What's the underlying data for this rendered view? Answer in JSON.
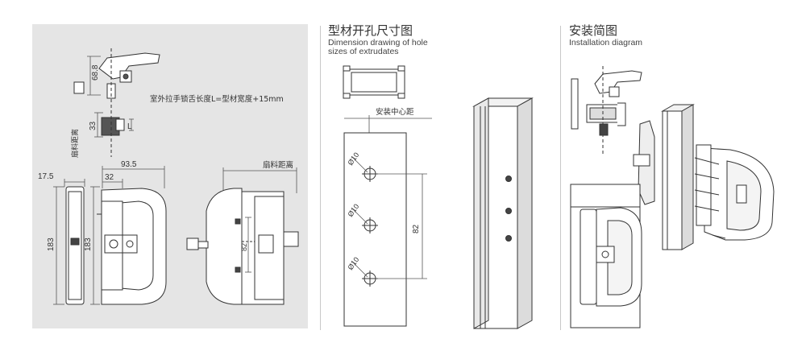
{
  "section_profile": {
    "title_cn": "型材开孔尺寸图",
    "title_en_line1": "Dimension drawing of hole",
    "title_en_line2": "sizes of extrudates",
    "label_center_distance": "安装中心距",
    "hole_label_1": "Ø10",
    "hole_label_2": "Ø10",
    "hole_label_3": "Ø10",
    "dim_82": "82"
  },
  "section_install": {
    "title_cn": "安装简图",
    "title_en": "Installation diagram"
  },
  "section_dimensions": {
    "dim_68_8": "68.8",
    "dim_33": "33",
    "dim_L": "L",
    "label_tongue_length": "室外拉手锁舌长度L=型材宽度+15mm",
    "label_sash_distance_vertical": "扇料距离",
    "dim_17_5": "17.5",
    "dim_93_5": "93.5",
    "dim_32": "32",
    "dim_183_left": "183",
    "dim_183_right": "183",
    "label_sash_distance_right": "扇料距离",
    "dim_82_right": "82"
  }
}
